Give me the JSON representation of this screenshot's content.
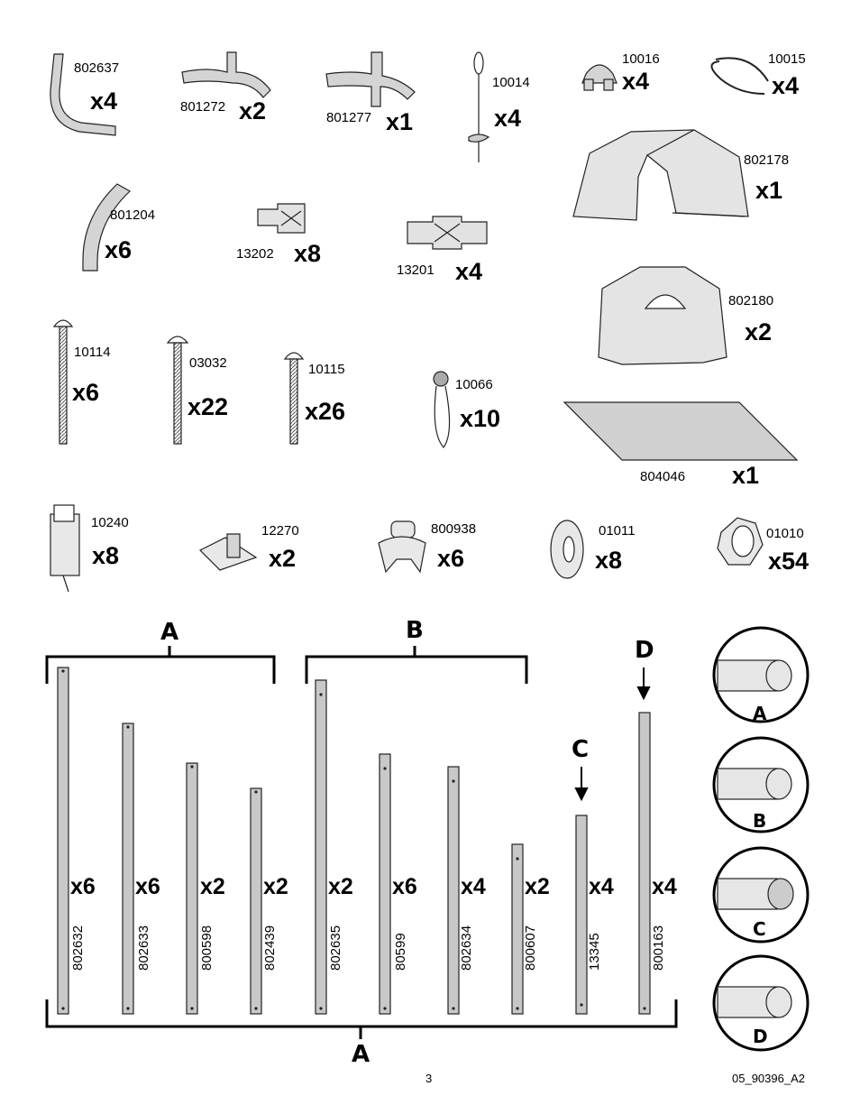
{
  "parts": [
    {
      "pn": "802637",
      "qty": "x4"
    },
    {
      "pn": "801272",
      "qty": "x2"
    },
    {
      "pn": "801277",
      "qty": "x1"
    },
    {
      "pn": "10014",
      "qty": "x4"
    },
    {
      "pn": "10016",
      "qty": "x4"
    },
    {
      "pn": "10015",
      "qty": "x4"
    },
    {
      "pn": "801204",
      "qty": "x6"
    },
    {
      "pn": "13202",
      "qty": "x8"
    },
    {
      "pn": "13201",
      "qty": "x4"
    },
    {
      "pn": "802178",
      "qty": "x1"
    },
    {
      "pn": "802180",
      "qty": "x2"
    },
    {
      "pn": "10114",
      "qty": "x6"
    },
    {
      "pn": "03032",
      "qty": "x22"
    },
    {
      "pn": "10115",
      "qty": "x26"
    },
    {
      "pn": "10066",
      "qty": "x10"
    },
    {
      "pn": "804046",
      "qty": "x1"
    },
    {
      "pn": "10240",
      "qty": "x8"
    },
    {
      "pn": "12270",
      "qty": "x2"
    },
    {
      "pn": "800938",
      "qty": "x6"
    },
    {
      "pn": "01011",
      "qty": "x8"
    },
    {
      "pn": "01010",
      "qty": "x54"
    }
  ],
  "tubes": [
    {
      "pn": "802632",
      "qty": "x6"
    },
    {
      "pn": "802633",
      "qty": "x6"
    },
    {
      "pn": "800598",
      "qty": "x2"
    },
    {
      "pn": "802439",
      "qty": "x2"
    },
    {
      "pn": "802635",
      "qty": "x2"
    },
    {
      "pn": "80599",
      "qty": "x6"
    },
    {
      "pn": "802634",
      "qty": "x4"
    },
    {
      "pn": "800607",
      "qty": "x2"
    },
    {
      "pn": "13345",
      "qty": "x4"
    },
    {
      "pn": "800163",
      "qty": "x4"
    }
  ],
  "labels": {
    "a_top": "A",
    "b_top": "B",
    "c": "C",
    "d": "D",
    "a_bottom": "A"
  },
  "details": [
    "A",
    "B",
    "C",
    "D"
  ],
  "footer": {
    "page": "3",
    "code": "05_90396_A2"
  }
}
